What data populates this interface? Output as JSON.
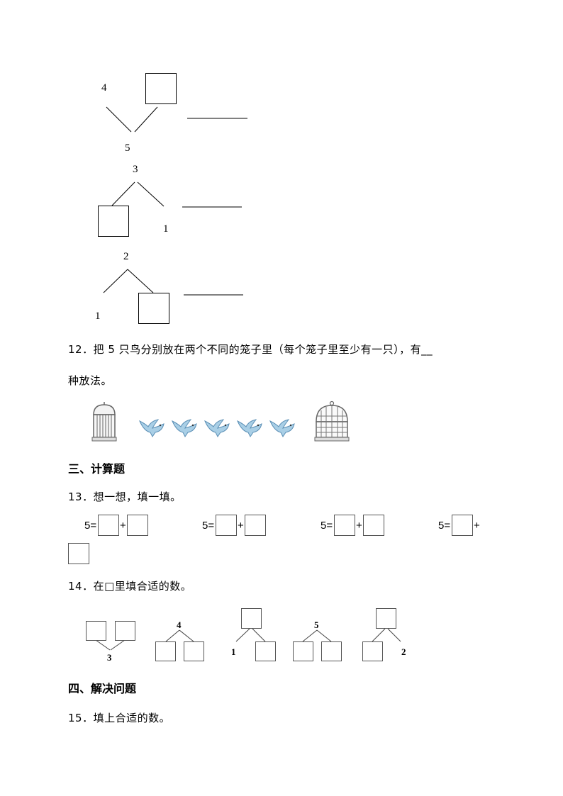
{
  "q11": {
    "d1": {
      "top": "4",
      "bottom": "5"
    },
    "d2": {
      "top": "3",
      "right": "1"
    },
    "d3": {
      "top": "2",
      "left": "1"
    }
  },
  "q12": {
    "line1": "12．把 5 只鸟分别放在两个不同的笼子里（每个笼子里至少有一只），有__",
    "line2": "种放法。"
  },
  "section3": {
    "title": "三、计算题"
  },
  "q13": {
    "prompt": "13．想一想，填一填。",
    "lhs": "5=",
    "plus": "+"
  },
  "q14": {
    "prompt": "14．在□里填合适的数。",
    "d1": {
      "bottom": "3"
    },
    "d2": {
      "top": "4"
    },
    "d3": {
      "left": "1"
    },
    "d4": {
      "top": "5"
    },
    "d5": {
      "right": "2"
    }
  },
  "section4": {
    "title": "四、解决问题"
  },
  "q15": {
    "prompt": "15．填上合适的数。"
  },
  "icons": {
    "cage": "birdcage-icon",
    "bird": "bird-icon"
  },
  "colors": {
    "bird": "#a9cfe6",
    "bird_outline": "#5b8fb5",
    "cage": "#666666"
  }
}
